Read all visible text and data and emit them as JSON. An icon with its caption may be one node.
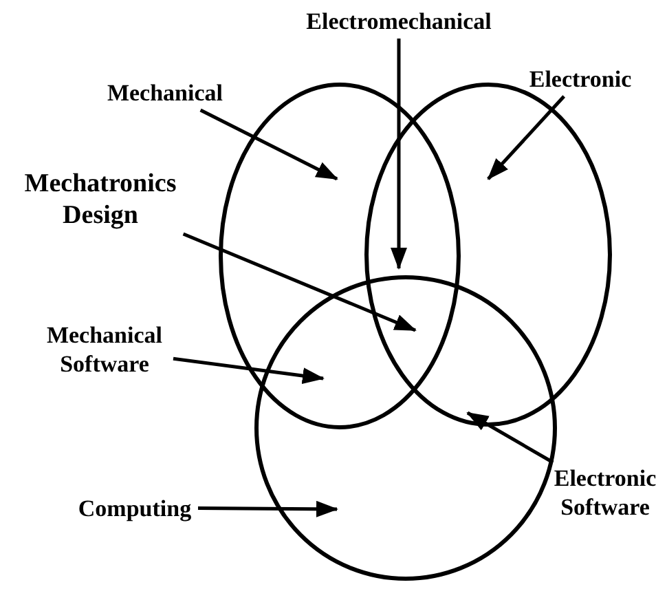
{
  "diagram": {
    "nodes": [
      {
        "text": [],
        "shape": "circle"
      },
      {
        "text": [],
        "shape": "circle"
      },
      {
        "text": [],
        "shape": "circle"
      },
      {
        "text": [
          "Electromechanical"
        ]
      },
      {
        "text": [
          "Mechanical"
        ]
      },
      {
        "text": [
          "Electronic"
        ]
      },
      {
        "text": [
          "Mechatronics Design"
        ]
      },
      {
        "text": [
          "Mechanical Software"
        ]
      },
      {
        "text": [
          "Electronic Software"
        ]
      },
      {
        "text": [
          "Computing"
        ]
      }
    ],
    "edges": [
      {
        "from": 4,
        "to": 0,
        "arrow": "to"
      },
      {
        "from": 3,
        "to": 0,
        "arrow": "to"
      },
      {
        "from": 5,
        "to": 1,
        "arrow": "to"
      },
      {
        "from": 6,
        "to": 0,
        "arrow": "to"
      },
      {
        "from": 7,
        "to": 0,
        "arrow": "to"
      },
      {
        "from": 8,
        "to": 1,
        "arrow": "to"
      },
      {
        "from": 9,
        "to": 2,
        "arrow": "to"
      }
    ]
  }
}
